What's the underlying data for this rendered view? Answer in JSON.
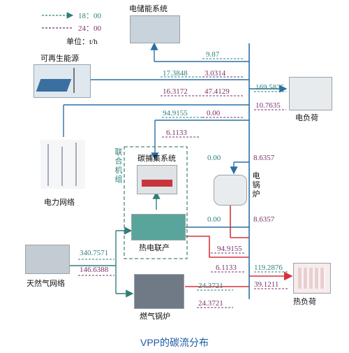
{
  "title": "VPP的碳流分布",
  "legend": {
    "t1": "18：00",
    "t2": "24：00",
    "unit": "单位：t/h",
    "color_t1": "#2d7f7a",
    "color_t2": "#7a2f6a"
  },
  "nodes": {
    "storage": "电储能系统",
    "renewable": "可再生能源",
    "electric_load": "电负荷",
    "grid": "电力网络",
    "ccs": "碳捕集系统",
    "chp_unit": "联合机组",
    "electric_boiler": "电锅炉",
    "chp": "热电联产",
    "gas_network": "天然气网络",
    "gas_boiler": "燃气锅炉",
    "heat_load": "热负荷"
  },
  "flows": {
    "storage_18": "9.87",
    "renew_a_18": "17.3848",
    "renew_a_24": "3.0314",
    "renew_b_18": "16.3172",
    "renew_b_24": "47.4129",
    "eload_18": "169.5835",
    "eload_24": "10.7635",
    "ccs_18": "94.9155",
    "ccs_24": "0.00",
    "ccs2_24": "6.1133",
    "eboiler_in_18": "0.00",
    "eboiler_in_24": "8.6357",
    "eboiler_out_18": "0.00",
    "eboiler_out_24": "8.6357",
    "chp_out_24": "94.9155",
    "chp_out2_24": "6.1133",
    "gas_18": "340.7571",
    "gas_24": "146.6388",
    "hload_18": "119.2876",
    "hload_24": "39.1211",
    "gboiler_18": "24.3721",
    "gboiler_24": "24.3721"
  }
}
